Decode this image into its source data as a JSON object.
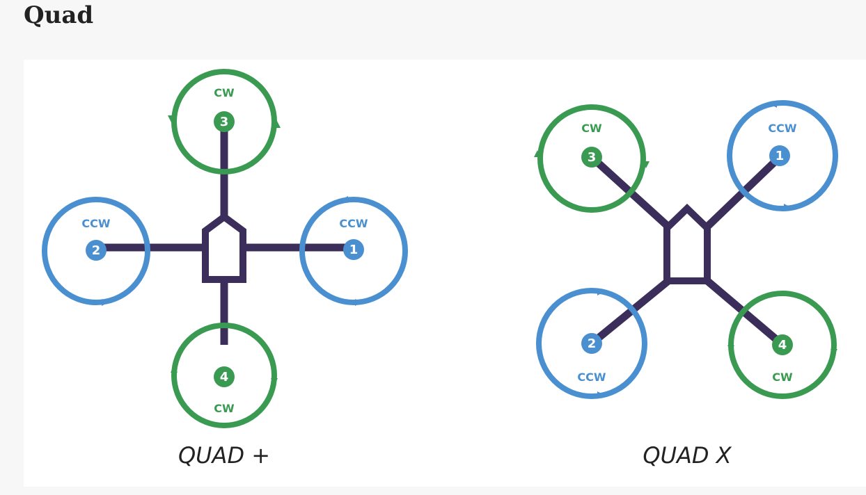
{
  "page": {
    "title": "Quad"
  },
  "colors": {
    "cw": "#3a9a52",
    "ccw": "#4a90d0",
    "frame": "#3b2e5a",
    "caption": "#222222"
  },
  "quad_plus": {
    "caption": "QUAD +",
    "motors": [
      {
        "number": "1",
        "direction": "CCW"
      },
      {
        "number": "2",
        "direction": "CCW"
      },
      {
        "number": "3",
        "direction": "CW"
      },
      {
        "number": "4",
        "direction": "CW"
      }
    ]
  },
  "quad_x": {
    "caption": "QUAD X",
    "motors": [
      {
        "number": "1",
        "direction": "CCW"
      },
      {
        "number": "2",
        "direction": "CCW"
      },
      {
        "number": "3",
        "direction": "CW"
      },
      {
        "number": "4",
        "direction": "CW"
      }
    ]
  }
}
